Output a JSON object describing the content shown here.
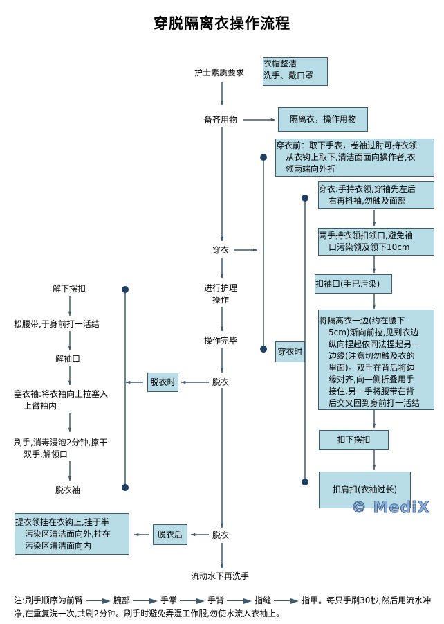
{
  "title": "穿脱隔离衣操作流程",
  "colors": {
    "box_fill": "#b9dde7",
    "line": "#3d5a6e",
    "dot": "#1f3f63"
  },
  "main_flow": [
    "护士素质要求",
    "备齐用物",
    "穿衣",
    "进行护理",
    "操作",
    "操作完毕",
    "脱衣",
    "脱衣",
    "流动水下再洗手"
  ],
  "prep_boxes": {
    "appearance": [
      "衣帽整洁",
      "洗手、戴口罩"
    ],
    "materials": "隔离衣，操作用物"
  },
  "donning": {
    "before": [
      "穿衣前：取下手表，卷袖过肘可持衣领",
      "从衣钩上取下,清洁面面向操作者,衣",
      "领两端向外折"
    ],
    "label": "穿衣时",
    "steps": [
      [
        "穿衣:手持衣领,穿袖先左后",
        "右再抖袖,勿触及面部"
      ],
      [
        "两手持衣领扣领口,避免袖",
        "口污染领及领下10cm"
      ],
      [
        "扣袖口(手已污染)"
      ],
      [
        "将隔离衣一边(约在腰下",
        "5cm)渐向前拉,见到衣边",
        "纵向捏起依同法捏起另一",
        "边缘(注意切勿触及衣的",
        "里面)。双手在背后将边",
        "缘对齐,向一侧折叠用手",
        "接住,另一手将腰带在背",
        "后交叉回到身前打一活结"
      ],
      [
        "扣下摆扣"
      ],
      [
        "扣肩扣(衣袖过长)"
      ]
    ]
  },
  "doffing": {
    "label": "脱衣时",
    "steps": [
      [
        "解下摆扣"
      ],
      [
        "松腰带,于身前打一活结"
      ],
      [
        "解袖口"
      ],
      [
        "塞衣袖:将衣袖向上拉塞入",
        "上臂袖内"
      ],
      [
        "刷手,消毒浸泡2分钟,擦干",
        "双手,解领口"
      ],
      [
        "脱衣袖"
      ]
    ]
  },
  "after": {
    "label": "脱衣后",
    "text": [
      "提衣领挂在衣钩上,挂于半",
      "污染区清洁面向外,挂在",
      "污染区清洁面向内"
    ]
  },
  "note": {
    "prefix": "注:刷手顺序为前臂",
    "sequence": [
      "腕部",
      "手掌",
      "手背",
      "指缝",
      "指甲"
    ],
    "suffix": "。每只手刷30秒,然后用流水冲净,在重复洗一次,共刷2分钟。刷手时避免弄湿工作服,勿使水流入衣袖上。"
  },
  "watermark": "© MediX"
}
